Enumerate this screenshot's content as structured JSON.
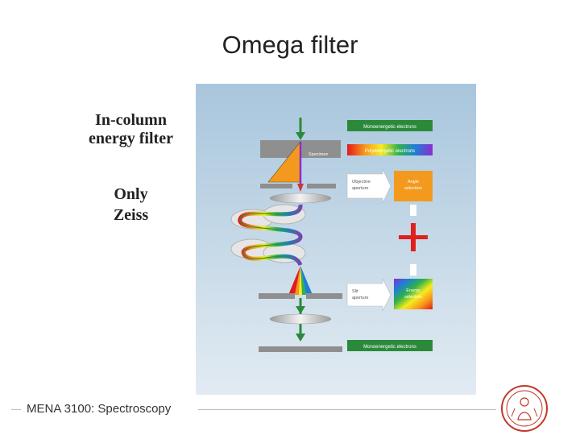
{
  "slide": {
    "title": "Omega filter",
    "side_text": {
      "line1": "In-column",
      "line2": "energy filter",
      "line3": "Only",
      "line4": "Zeiss"
    },
    "footer": "MENA 3100: Spectroscopy"
  },
  "figure": {
    "labels": {
      "mono_top": "Monoenergetic electrons",
      "poly": "Polyenergetic electrons",
      "specimen": "Specimen",
      "objective_aperture": [
        "Objective",
        "aperture"
      ],
      "angle_selection": [
        "Angle",
        "selection"
      ],
      "slit_aperture": [
        "Slit",
        "aperture"
      ],
      "energy_selection": [
        "Energy",
        "selection"
      ],
      "mono_bottom": "Monoenergetic electrons"
    }
  },
  "colors": {
    "background_panel": "#c9d9e6",
    "green_beam": "#2a8a3a",
    "plus": "#e0201c",
    "orange": "#f39a1e",
    "seal": "#c0392b"
  }
}
